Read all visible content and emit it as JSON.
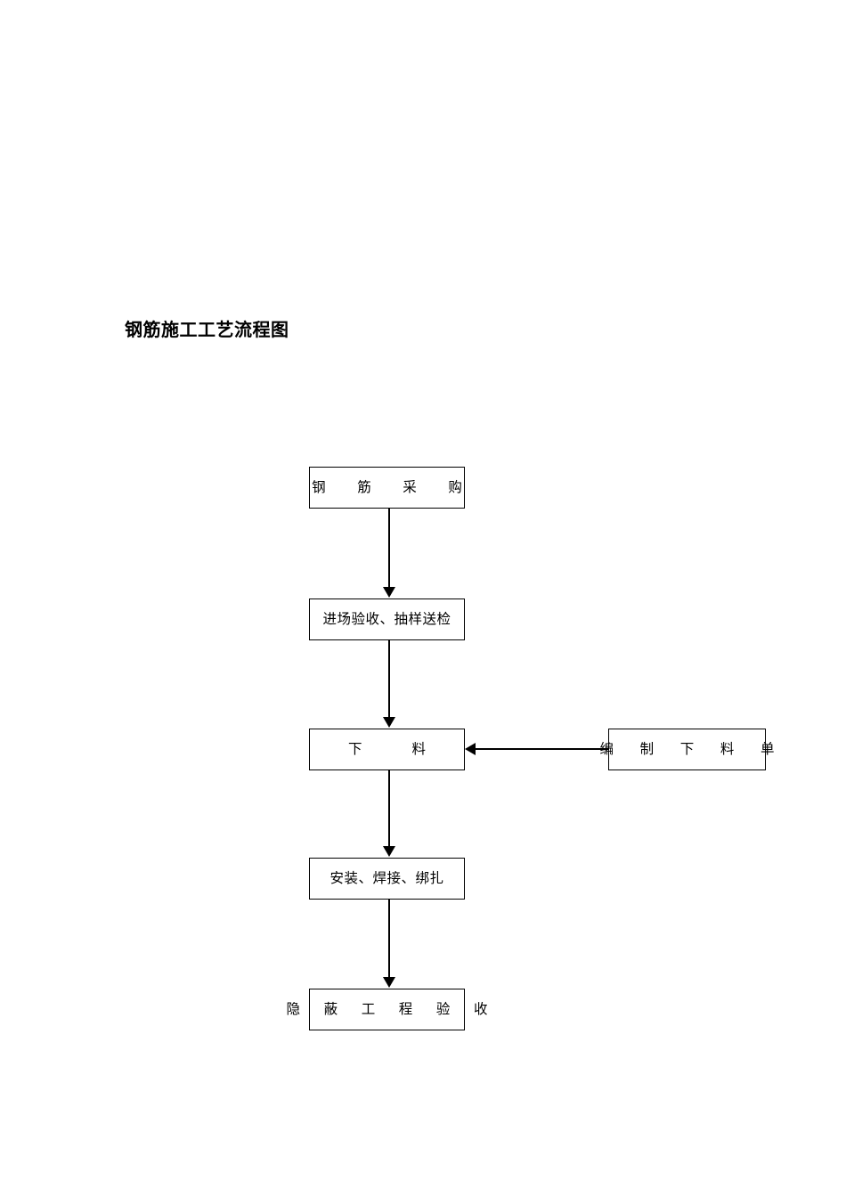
{
  "document": {
    "title": "钢筋施工工艺流程图",
    "background_color": "#ffffff",
    "line_color": "#000000",
    "text_color": "#000000"
  },
  "chart_data": {
    "type": "diagram",
    "diagram_kind": "flowchart",
    "title": "钢筋施工工艺流程图",
    "orientation": "top-to-bottom",
    "nodes": [
      {
        "id": "procurement",
        "label": "钢  筋  采  购",
        "shape": "rectangle",
        "column": "main"
      },
      {
        "id": "acceptance",
        "label": "进场验收、抽样送检",
        "shape": "rectangle",
        "column": "main"
      },
      {
        "id": "cutting",
        "label": "下             料",
        "shape": "rectangle",
        "column": "main"
      },
      {
        "id": "cutting_list",
        "label": "编  制  下  料  单",
        "shape": "rectangle",
        "column": "right"
      },
      {
        "id": "installation",
        "label": "安装、焊接、绑扎",
        "shape": "rectangle",
        "column": "main"
      },
      {
        "id": "concealed",
        "label": "隐  蔽  工  程  验  收",
        "shape": "rectangle",
        "column": "main"
      }
    ],
    "edges": [
      {
        "from": "procurement",
        "to": "acceptance",
        "direction": "down",
        "arrow": true
      },
      {
        "from": "acceptance",
        "to": "cutting",
        "direction": "down",
        "arrow": true
      },
      {
        "from": "cutting",
        "to": "installation",
        "direction": "down",
        "arrow": true
      },
      {
        "from": "installation",
        "to": "concealed",
        "direction": "down",
        "arrow": true
      },
      {
        "from": "cutting_list",
        "to": "cutting",
        "direction": "left",
        "arrow": true
      }
    ]
  }
}
